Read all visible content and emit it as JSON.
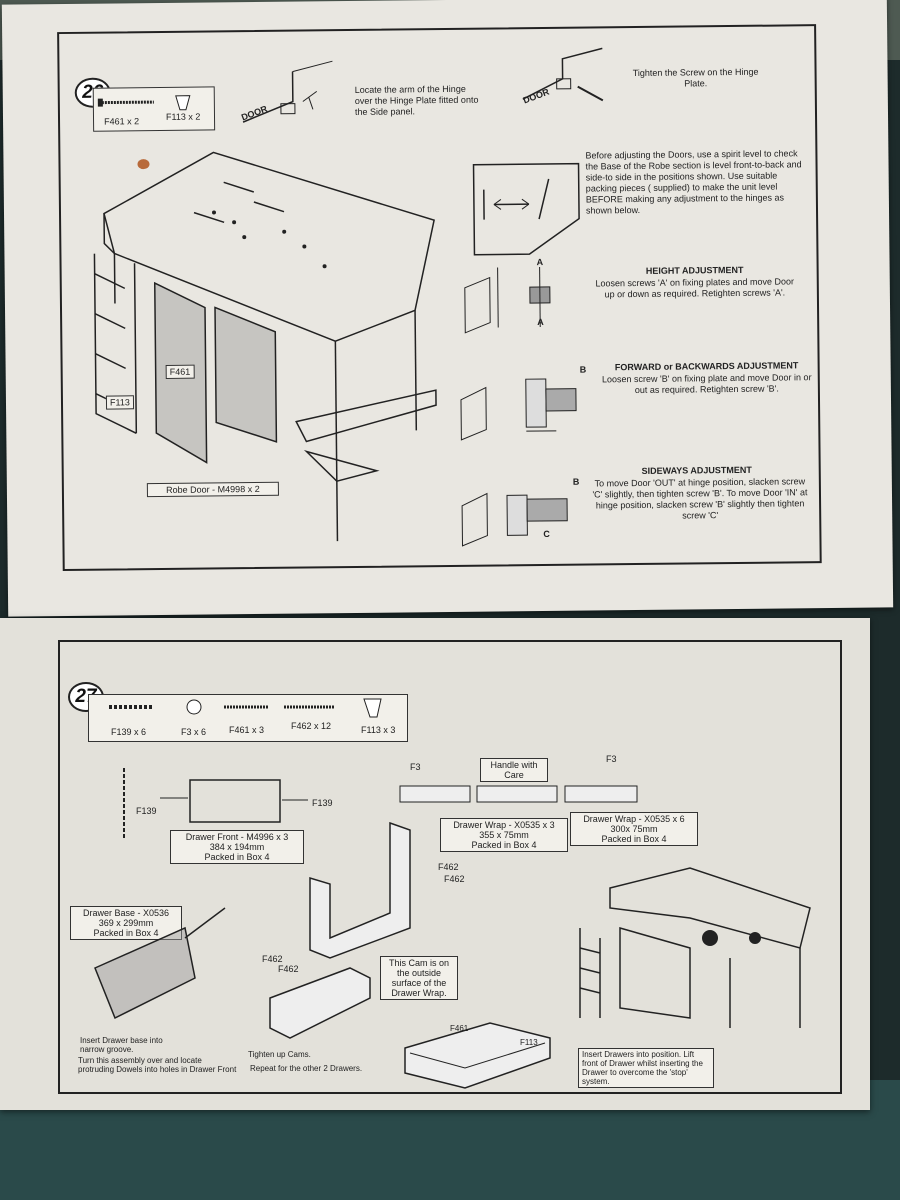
{
  "steps": [
    {
      "number": "26",
      "parts": [
        {
          "code": "F461 x 2"
        },
        {
          "code": "F113 x 2"
        }
      ],
      "door_label": "DOOR",
      "locate_text": "Locate the arm of the Hinge over the Hinge Plate fitted onto the Side panel.",
      "tighten_text": "Tighten the Screw on the Hinge Plate.",
      "spirit_text": "Before adjusting the Doors, use a spirit level to check the Base of the Robe section is level front-to-back and side-to side in the positions shown. Use suitable packing pieces ( supplied) to make the unit level BEFORE making any adjustment to the hinges as shown below.",
      "height_title": "HEIGHT ADJUSTMENT",
      "height_text": "Loosen screws 'A' on fixing plates and move Door up or down as required. Retighten screws 'A'.",
      "forward_title": "FORWARD or BACKWARDS ADJUSTMENT",
      "forward_text": "Loosen screw 'B' on fixing plate and move Door in or out as required. Retighten screw 'B'.",
      "sideways_title": "SIDEWAYS ADJUSTMENT",
      "sideways_text": "To move Door 'OUT' at hinge position, slacken screw 'C' slightly, then tighten screw 'B'. To move Door 'IN' at hinge position, slacken screw 'B' slightly then tighten screw 'C'",
      "callout_f461": "F461",
      "callout_f113": "F113",
      "robe_door": "Robe Door - M4998 x 2",
      "letters": {
        "a": "A",
        "b": "B",
        "c": "C"
      }
    },
    {
      "number": "27",
      "parts": [
        {
          "code": "F139 x 6"
        },
        {
          "code": "F3 x 6"
        },
        {
          "code": "F461 x 3"
        },
        {
          "code": "F462 x 12"
        },
        {
          "code": "F113 x 3"
        }
      ],
      "f139": "F139",
      "f3": "F3",
      "f462": "F462",
      "f461": "F461",
      "f113": "F113",
      "drawer_front": "Drawer Front - M4996 x 3",
      "drawer_front_size": "384 x 194mm",
      "drawer_front_box": "Packed in Box 4",
      "handle_care": "Handle with Care",
      "wrap1": "Drawer Wrap - X0535 x 3",
      "wrap1_size": "355 x 75mm",
      "wrap1_box": "Packed in Box 4",
      "wrap2": "Drawer Wrap - X0535 x 6",
      "wrap2_size": "300x 75mm",
      "wrap2_box": "Packed in Box 4",
      "base": "Drawer Base - X0536",
      "base_size": "369 x 299mm",
      "base_box": "Packed in Box 4",
      "cam_note": "This Cam is on the outside surface of the Drawer Wrap.",
      "insert_note": "Insert Drawer base into narrow groove.",
      "turn_note": "Turn this assembly over and locate protruding Dowels into holes in Drawer Front",
      "tighten_cams": "Tighten up Cams.",
      "repeat_note": "Repeat for the other 2 Drawers.",
      "insert_position": "Insert Drawers into position. Lift front of Drawer whilst inserting the Drawer to overcome the 'stop' system."
    }
  ],
  "colors": {
    "paper": "#e9e7e1",
    "ink": "#222222",
    "rust": "#b86a3a"
  }
}
